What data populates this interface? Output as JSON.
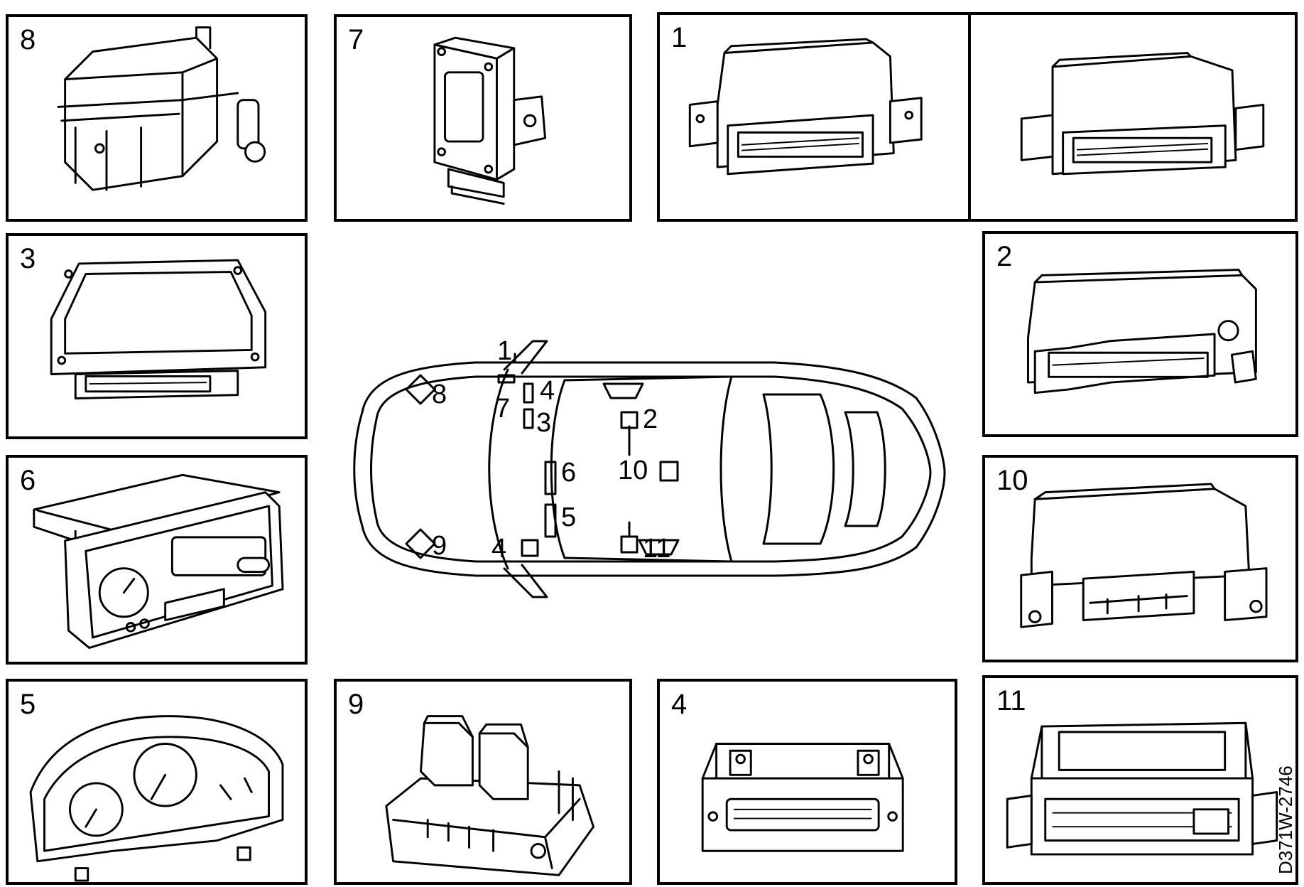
{
  "panels": [
    {
      "id": "p8",
      "label": "8",
      "icon": "relay-box-icon"
    },
    {
      "id": "p7",
      "label": "7",
      "icon": "relay-module-icon"
    },
    {
      "id": "p1",
      "label": "1",
      "icon": "ecu-icon"
    },
    {
      "id": "p3",
      "label": "3",
      "icon": "ecu-flat-icon"
    },
    {
      "id": "p2",
      "label": "2",
      "icon": "ecu-icon"
    },
    {
      "id": "p6",
      "label": "6",
      "icon": "info-display-icon"
    },
    {
      "id": "p10",
      "label": "10",
      "icon": "control-unit-icon"
    },
    {
      "id": "p5",
      "label": "5",
      "icon": "instrument-cluster-icon"
    },
    {
      "id": "p9",
      "label": "9",
      "icon": "relay-module-icon"
    },
    {
      "id": "p4",
      "label": "4",
      "icon": "control-unit-icon"
    },
    {
      "id": "p11",
      "label": "11",
      "icon": "control-unit-icon"
    }
  ],
  "car_labels": {
    "l1": "1",
    "l8": "8",
    "l4a": "4",
    "l7": "7",
    "l3": "3",
    "l2": "2",
    "l6": "6",
    "l10": "10",
    "l5": "5",
    "l9": "9",
    "l4b": "4",
    "l11": "11"
  },
  "doc_ref": "D371W-2746"
}
